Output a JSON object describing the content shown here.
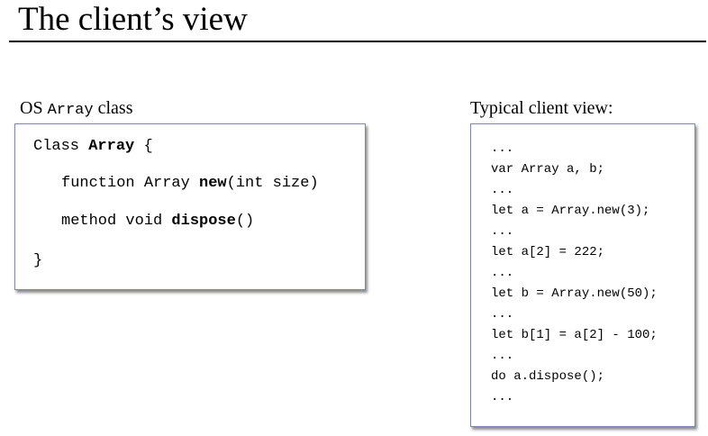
{
  "slide": {
    "title": "The client’s view"
  },
  "left_panel": {
    "caption_prefix": "OS",
    "caption_mono": "Array",
    "caption_suffix": "class",
    "line1": {
      "kw": "Class",
      "name": "Array",
      "brace": "{"
    },
    "line2": {
      "pre": "function Array",
      "name": "new",
      "post": "(int size)"
    },
    "line3": {
      "pre": "method void",
      "name": "dispose",
      "post": "()"
    },
    "line4": "}"
  },
  "right_panel": {
    "caption": "Typical client view:",
    "lines": [
      "...",
      "var Array a, b;",
      "...",
      "let a = Array.new(3);",
      "...",
      "let a[2] = 222;",
      "...",
      "let b = Array.new(50);",
      "...",
      "let b[1] = a[2] - 100;",
      "...",
      "do a.dispose();",
      "..."
    ]
  }
}
